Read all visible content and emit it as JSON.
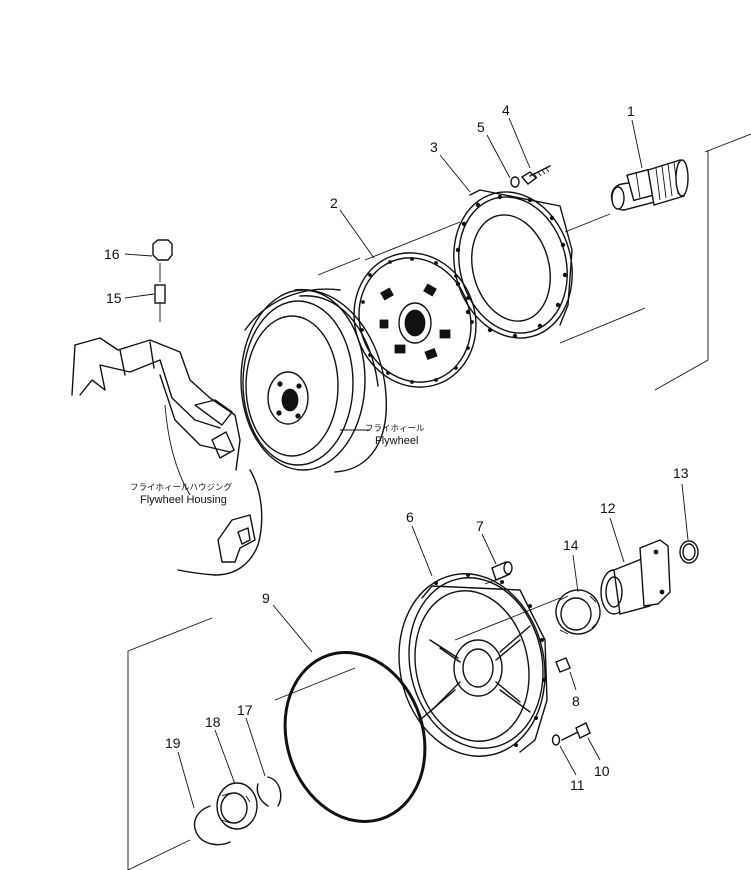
{
  "part_numbers": {
    "p1": "1",
    "p2": "2",
    "p3": "3",
    "p4": "4",
    "p5": "5",
    "p6": "6",
    "p7": "7",
    "p8": "8",
    "p9": "9",
    "p10": "10",
    "p11": "11",
    "p12": "12",
    "p13": "13",
    "p14": "14",
    "p15": "15",
    "p16": "16",
    "p17": "17",
    "p18": "18",
    "p19": "19"
  },
  "labels": {
    "flywheel_jp": "フライホィール",
    "flywheel_en": "Flywheel",
    "housing_jp": "フライホィールハウジング",
    "housing_en": "Flywheel Housing"
  }
}
